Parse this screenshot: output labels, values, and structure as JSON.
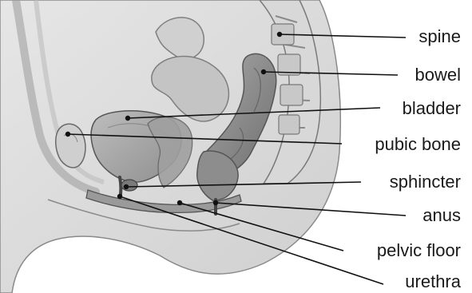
{
  "labels": {
    "spine": "spine",
    "bowel": "bowel",
    "bladder": "bladder",
    "pubic_bone": "pubic bone",
    "sphincter": "sphincter",
    "anus": "anus",
    "pelvic_floor": "pelvic floor",
    "urethra": "urethra"
  },
  "colors": {
    "outline": "#6d6d6d",
    "tissue_light": "#dcdcdc",
    "tissue_mid": "#b4b4b4",
    "tissue_dark": "#7a7a7a",
    "leader": "#111111",
    "text": "#1a1a1a"
  }
}
